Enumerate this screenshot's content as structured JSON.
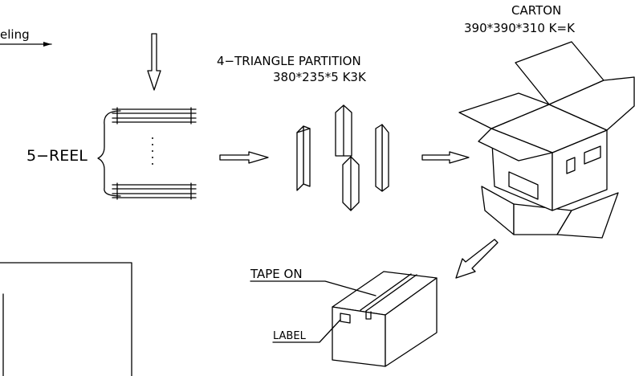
{
  "labels": {
    "reeling": "eling",
    "carton_title": "CARTON",
    "carton_dims": "390*390*310  K=K",
    "partition_title": "4−TRIANGLE PARTITION",
    "partition_dims": "380*235*5  K3K",
    "reel": "5−REEL",
    "tape_on": "TAPE  ON",
    "label": "LABEL"
  }
}
